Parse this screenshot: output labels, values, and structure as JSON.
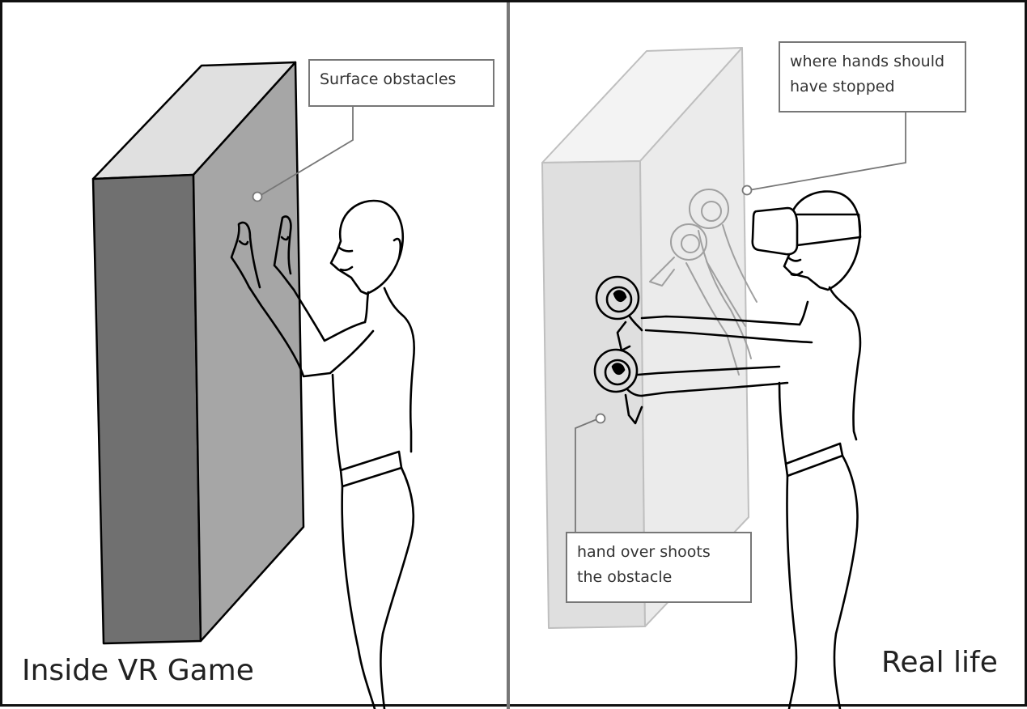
{
  "panels": {
    "left": {
      "label": "Inside VR Game",
      "callout": "Surface obstacles"
    },
    "right": {
      "label": "Real life",
      "callout_top": [
        "where hands should",
        "have stopped"
      ],
      "callout_bottom": [
        "hand over shoots",
        "the obstacle"
      ]
    }
  },
  "colors": {
    "frame": "#111111",
    "divider": "#777777",
    "obstacle_side": "#707070",
    "obstacle_front": "#a6a6a6",
    "obstacle_top": "#e0e0e0",
    "ghost_obstacle": "#e6e6e6",
    "callout_border": "#777777"
  }
}
